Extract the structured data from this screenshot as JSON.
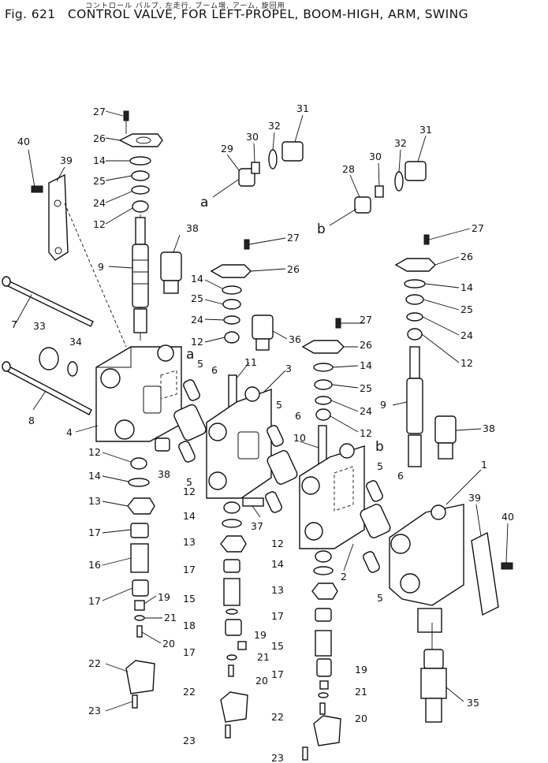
{
  "header": {
    "japanese_title": "コントロール バルブ, 左走行, ブーム増, アーム, 旋回用",
    "figure_number": "Fig. 621",
    "title": "CONTROL VALVE, FOR LEFT-PROPEL, BOOM-HIGH, ARM, SWING"
  },
  "diagram": {
    "letters": [
      "a",
      "b",
      "a",
      "b"
    ],
    "callouts": [
      "27",
      "26",
      "14",
      "25",
      "24",
      "12",
      "40",
      "39",
      "9",
      "38",
      "7",
      "33",
      "34",
      "8",
      "4",
      "12",
      "14",
      "38",
      "13",
      "17",
      "16",
      "17",
      "19",
      "21",
      "20",
      "22",
      "23",
      "29",
      "30",
      "32",
      "31",
      "28",
      "30",
      "32",
      "31",
      "27",
      "26",
      "14",
      "25",
      "24",
      "12",
      "36",
      "11",
      "3",
      "5",
      "6",
      "5",
      "6",
      "10",
      "5",
      "37",
      "12",
      "14",
      "13",
      "17",
      "15",
      "18",
      "17",
      "19",
      "21",
      "20",
      "22",
      "23",
      "27",
      "26",
      "14",
      "25",
      "24",
      "12",
      "5",
      "6",
      "2",
      "12",
      "14",
      "13",
      "17",
      "15",
      "17",
      "19",
      "21",
      "20",
      "22",
      "23",
      "27",
      "26",
      "14",
      "25",
      "24",
      "12",
      "9",
      "38",
      "1",
      "39",
      "40",
      "5",
      "35"
    ]
  }
}
